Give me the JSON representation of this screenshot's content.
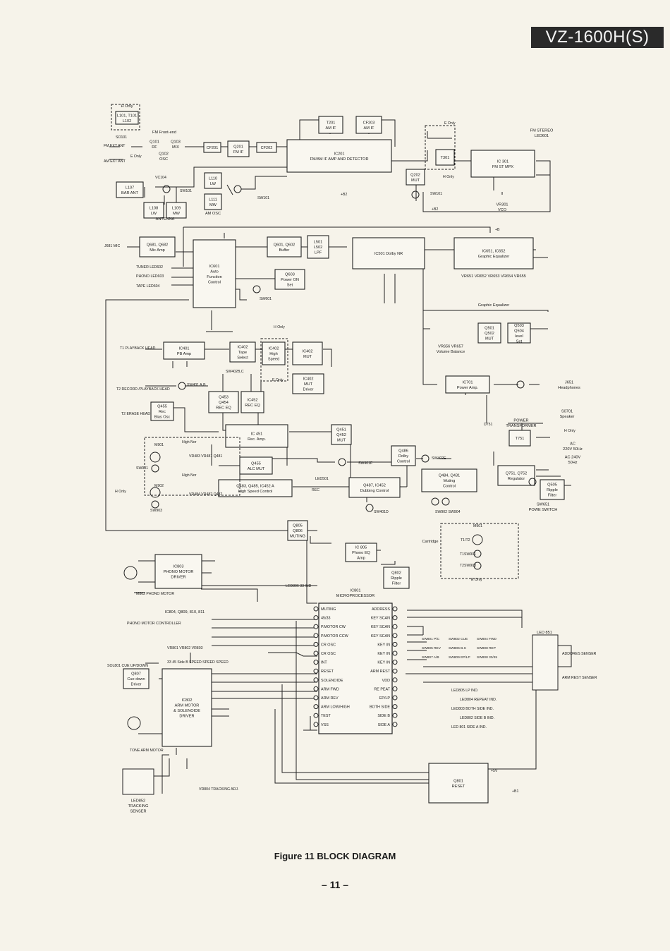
{
  "model": "VZ-1600H(S)",
  "caption": "Figure 11  BLOCK DIAGRAM",
  "page": "– 11 –",
  "blocks": [
    {
      "id": "l101",
      "lines": [
        "L101, T101",
        "L102"
      ]
    },
    {
      "id": "hOnlyTop",
      "lines": [
        "H Only"
      ]
    },
    {
      "id": "fmFront",
      "lines": [
        "FM Front-end"
      ]
    },
    {
      "id": "q101",
      "lines": [
        "Q101",
        "RF"
      ]
    },
    {
      "id": "q103",
      "lines": [
        "Q103",
        "MIX"
      ]
    },
    {
      "id": "q102",
      "lines": [
        "Q102",
        "OSC"
      ]
    },
    {
      "id": "cf201",
      "lines": [
        "CF201"
      ]
    },
    {
      "id": "q201",
      "lines": [
        "Q201",
        "FM IF"
      ]
    },
    {
      "id": "cf202",
      "lines": [
        "CF202"
      ]
    },
    {
      "id": "t201",
      "lines": [
        "T201",
        "AM IF"
      ]
    },
    {
      "id": "cf203",
      "lines": [
        "CF203",
        "AM IF"
      ]
    },
    {
      "id": "ic201",
      "lines": [
        "IC201",
        "FM/AM IF AMP  AND  DETECTOR"
      ]
    },
    {
      "id": "q202",
      "lines": [
        "Q202",
        "MUT"
      ]
    },
    {
      "id": "t301",
      "lines": [
        "T301"
      ]
    },
    {
      "id": "ic301",
      "lines": [
        "IC 301",
        "FM ST MPX"
      ]
    },
    {
      "id": "fmStereo",
      "lines": [
        "FM STEREO",
        "LED601"
      ]
    },
    {
      "id": "vr301",
      "lines": [
        "VR301",
        "VCO"
      ]
    },
    {
      "id": "l107",
      "lines": [
        "L107",
        "BAR ANT"
      ]
    },
    {
      "id": "l108",
      "lines": [
        "L108",
        "LW"
      ]
    },
    {
      "id": "l109",
      "lines": [
        "L109",
        "MW"
      ]
    },
    {
      "id": "l110",
      "lines": [
        "L110",
        "LW"
      ]
    },
    {
      "id": "l111",
      "lines": [
        "L111",
        "MW"
      ]
    },
    {
      "id": "antenna",
      "lines": [
        "ANTENNA"
      ]
    },
    {
      "id": "amOsc",
      "lines": [
        "AM OSC"
      ]
    },
    {
      "id": "q681",
      "lines": [
        "Q681, Q682",
        "Mic  Amp"
      ]
    },
    {
      "id": "ic601",
      "lines": [
        "IC601",
        "Auto",
        "Function",
        "Control"
      ]
    },
    {
      "id": "q601",
      "lines": [
        "Q601, Q602",
        "Buffer"
      ]
    },
    {
      "id": "l501",
      "lines": [
        "L501",
        "L502",
        "LPF"
      ]
    },
    {
      "id": "ic501",
      "lines": [
        "IC501  Dolby  NR"
      ]
    },
    {
      "id": "ic651",
      "lines": [
        "IC651,  IC652",
        "Graphic   Equalizer"
      ]
    },
    {
      "id": "q603",
      "lines": [
        "Q603",
        "Power  ON",
        "Set"
      ]
    },
    {
      "id": "vrGroup",
      "lines": [
        "VR651 VR652 VR653 VR654 VR655"
      ]
    },
    {
      "id": "geqLabel",
      "lines": [
        "Graphic  Equalizer"
      ]
    },
    {
      "id": "q501",
      "lines": [
        "Q501",
        "Q502",
        "MUT"
      ]
    },
    {
      "id": "q503",
      "lines": [
        "Q503",
        "Q504",
        "level",
        "Set"
      ]
    },
    {
      "id": "vr656",
      "lines": [
        "VR656  VR657",
        "Volume   Balance"
      ]
    },
    {
      "id": "ic401",
      "lines": [
        "IC401",
        "PB  Amp"
      ]
    },
    {
      "id": "ic402a",
      "lines": [
        "IC402",
        "Tape",
        "Select"
      ]
    },
    {
      "id": "ic402b",
      "lines": [
        "IC402",
        "High",
        "Speed"
      ]
    },
    {
      "id": "ic402c",
      "lines": [
        "IC402",
        "MUT"
      ]
    },
    {
      "id": "ic402d",
      "lines": [
        "IC402",
        "MUT",
        "Driver"
      ]
    },
    {
      "id": "q453",
      "lines": [
        "Q453",
        "Q454",
        "REC  EQ"
      ]
    },
    {
      "id": "ic452",
      "lines": [
        "IC452",
        "REC  EQ"
      ]
    },
    {
      "id": "ic451",
      "lines": [
        "IC 451",
        "Rec.   Amp."
      ]
    },
    {
      "id": "q451",
      "lines": [
        "Q451",
        "Q452",
        "MUT"
      ]
    },
    {
      "id": "q455",
      "lines": [
        "Q455",
        "Rec",
        "Bias Osc"
      ]
    },
    {
      "id": "q455b",
      "lines": [
        "Q455",
        "ALC  MUT"
      ]
    },
    {
      "id": "q486",
      "lines": [
        "Q486",
        "Dolby",
        "Control"
      ]
    },
    {
      "id": "q484",
      "lines": [
        "Q484, Q431",
        "Muting",
        "Control"
      ]
    },
    {
      "id": "q483",
      "lines": [
        "Q483,  Q485, IC452 A",
        "High Speed Control"
      ]
    },
    {
      "id": "q487",
      "lines": [
        "Q487,  IC452",
        "Dubbing Control"
      ]
    },
    {
      "id": "ic701",
      "lines": [
        "IC701",
        "Power  Amp."
      ]
    },
    {
      "id": "j651",
      "lines": [
        "J651",
        "Headphones"
      ]
    },
    {
      "id": "s0701",
      "lines": [
        "S0701",
        "Speaker"
      ]
    },
    {
      "id": "powerTr",
      "lines": [
        "POWER",
        "TRANSFORMER"
      ]
    },
    {
      "id": "t751",
      "lines": [
        "T751"
      ]
    },
    {
      "id": "acIn",
      "lines": [
        "AC",
        "220V  50Hz"
      ]
    },
    {
      "id": "acIn2",
      "lines": [
        "AC  240V",
        "50Hz"
      ]
    },
    {
      "id": "q751",
      "lines": [
        "Q751, Q752",
        "Regulator"
      ]
    },
    {
      "id": "q505",
      "lines": [
        "Q505",
        "Ripple",
        "Filter"
      ]
    },
    {
      "id": "sw651",
      "lines": [
        "SW651",
        "POWE  SWITCH"
      ]
    },
    {
      "id": "q805",
      "lines": [
        "Q805",
        "Q806",
        "MUTING"
      ]
    },
    {
      "id": "ic805",
      "lines": [
        "IC 805",
        "Phono EQ",
        "Amp"
      ]
    },
    {
      "id": "q802",
      "lines": [
        "Q802",
        "Ripple",
        "Filter"
      ]
    },
    {
      "id": "cartridge",
      "lines": [
        "Cartridge"
      ]
    },
    {
      "id": "ic803",
      "lines": [
        "IC803",
        "PHONO MOTOR",
        "DRIVER"
      ]
    },
    {
      "id": "ic804",
      "lines": [
        "IC804, Q809, 810, 811"
      ]
    },
    {
      "id": "ic801",
      "lines": [
        "IC801",
        "MICROPROCESSOR"
      ]
    },
    {
      "id": "ic802",
      "lines": [
        "IC802",
        "ARM  MOTOR",
        "& SOLENOIDE",
        "DRIVER"
      ]
    },
    {
      "id": "q807",
      "lines": [
        "Q807",
        "Cue down",
        "Driver"
      ]
    },
    {
      "id": "q801",
      "lines": [
        "Q801",
        "RESET"
      ]
    },
    {
      "id": "led851",
      "lines": [
        "LED 851"
      ]
    },
    {
      "id": "led852",
      "lines": [
        "LED852",
        "TRACKING",
        "SENSER"
      ]
    }
  ],
  "labels": [
    {
      "id": "so101",
      "text": "SO101"
    },
    {
      "id": "fmExt",
      "text": "FM EXT ANT"
    },
    {
      "id": "amExt",
      "text": "AM EXT ANT"
    },
    {
      "id": "eOnly1",
      "text": "E Only"
    },
    {
      "id": "vc104",
      "text": "VC104"
    },
    {
      "id": "sw101a",
      "text": "SW101"
    },
    {
      "id": "sw101b",
      "text": "SW101"
    },
    {
      "id": "sw101c",
      "text": "SW101"
    },
    {
      "id": "eOnly2",
      "text": "E Only"
    },
    {
      "id": "hOnly2",
      "text": "H Only"
    },
    {
      "id": "b2a",
      "text": "+B2"
    },
    {
      "id": "b2b",
      "text": "+B2"
    },
    {
      "id": "b2c",
      "text": "+B"
    },
    {
      "id": "j681",
      "text": "J681 MIC"
    },
    {
      "id": "tunerLed",
      "text": "TUNER  LED602"
    },
    {
      "id": "phonoLed",
      "text": "PHONO  LED603"
    },
    {
      "id": "tapeLed",
      "text": "TAPE    LED604"
    },
    {
      "id": "sw601",
      "text": "SW601"
    },
    {
      "id": "hOnly3",
      "text": "H Only"
    },
    {
      "id": "t1head",
      "text": "T1 PLAYBACK HEAD"
    },
    {
      "id": "t2head",
      "text": "T2 RECORD /PLAYBACK HEAD"
    },
    {
      "id": "t2erase",
      "text": "T2 ERASE HEAD"
    },
    {
      "id": "sw401",
      "text": "SW401 A,B"
    },
    {
      "id": "sw402bc",
      "text": "SW402B,C"
    },
    {
      "id": "eOnly3",
      "text": "E Only"
    },
    {
      "id": "m901",
      "text": "M901"
    },
    {
      "id": "sw901",
      "text": "SW901"
    },
    {
      "id": "m902",
      "text": "M902"
    },
    {
      "id": "sw903",
      "text": "SW903"
    },
    {
      "id": "hOnly4",
      "text": "H Only"
    },
    {
      "id": "highNor1",
      "text": "High  Nor"
    },
    {
      "id": "highNor2",
      "text": "High  Nor"
    },
    {
      "id": "vr483",
      "text": "VR483 VR481 Q481"
    },
    {
      "id": "vr484",
      "text": "VR484 VR482 Q482"
    },
    {
      "id": "led501",
      "text": "LED501"
    },
    {
      "id": "sw401f",
      "text": "SW401F"
    },
    {
      "id": "sw402e",
      "text": "SW402E"
    },
    {
      "id": "rec",
      "text": "REC"
    },
    {
      "id": "sw401d",
      "text": "SW401D"
    },
    {
      "id": "sw902",
      "text": "SW902  SW904"
    },
    {
      "id": "d751",
      "text": "D751"
    },
    {
      "id": "hOnly5",
      "text": "H Only"
    },
    {
      "id": "eOnly4",
      "text": "E Only"
    },
    {
      "id": "m901b",
      "text": "M901"
    },
    {
      "id": "t1t2",
      "text": "T1/T2"
    },
    {
      "id": "t1sw901",
      "text": "T1SW901"
    },
    {
      "id": "t2sw903",
      "text": "T2SW903"
    },
    {
      "id": "m802",
      "text": "M802 PHONO MOTOR"
    },
    {
      "id": "phonoCtl",
      "text": "PHONO MOTOR CONTROLLER"
    },
    {
      "id": "vr801",
      "text": "VR801 VR802 VR803"
    },
    {
      "id": "speed",
      "text": "33    45   Side B  SPEED  SPEED  SPEED"
    },
    {
      "id": "sol801",
      "text": "SOL801 CUE UP/DOWN"
    },
    {
      "id": "toneArm",
      "text": "TONE ARM MOTOR"
    },
    {
      "id": "vr804",
      "text": "VR804 TRACKING ADJ."
    },
    {
      "id": "led806",
      "text": "LED806 33 IND"
    },
    {
      "id": "led805",
      "text": "LED805  LP  IND."
    },
    {
      "id": "led804",
      "text": "LED804  REPEAT IND."
    },
    {
      "id": "led803",
      "text": "LED803  BOTH SIDE IND."
    },
    {
      "id": "led802",
      "text": "LED802  SIDE B  IND."
    },
    {
      "id": "led801",
      "text": "LED 801  SIDE A  IND."
    },
    {
      "id": "addSens",
      "text": "ADDORES SENSER"
    },
    {
      "id": "armRest",
      "text": "ARM REST SENSER"
    },
    {
      "id": "p5v",
      "text": "+5V"
    },
    {
      "id": "pb1",
      "text": "+B1"
    }
  ],
  "mpu_left": [
    "MUTING",
    "45/33",
    "P.MOTOR  CW",
    "P.MOTOR  CCW",
    "CR  OSC",
    "CR  OSC",
    "INT",
    "RESET",
    "SOLENOIDE",
    "ARM  FWD",
    "ARM  REV",
    "ARM  LOW/HIGH",
    "TEST",
    "VSS"
  ],
  "mpu_right": [
    "ADDRESS",
    "KEY  SCAN",
    "KEY  SCAN",
    "KEY  SCAN",
    "KEY  IN",
    "KEY  IN",
    "KEY  IN",
    "ARM  REST",
    "VDD",
    "RE PEAT",
    "EP/LP",
    "BOTH  SIDE",
    "SIDE  B",
    "SIDE  A"
  ],
  "switches": [
    "SW801 P/C",
    "SW802 CUE",
    "SW804 FWD",
    "SW805 REV",
    "SW806 B.S",
    "SW808 REP",
    "SW807 A/B",
    "SW809 EP/LP",
    "SW808 33/45"
  ]
}
